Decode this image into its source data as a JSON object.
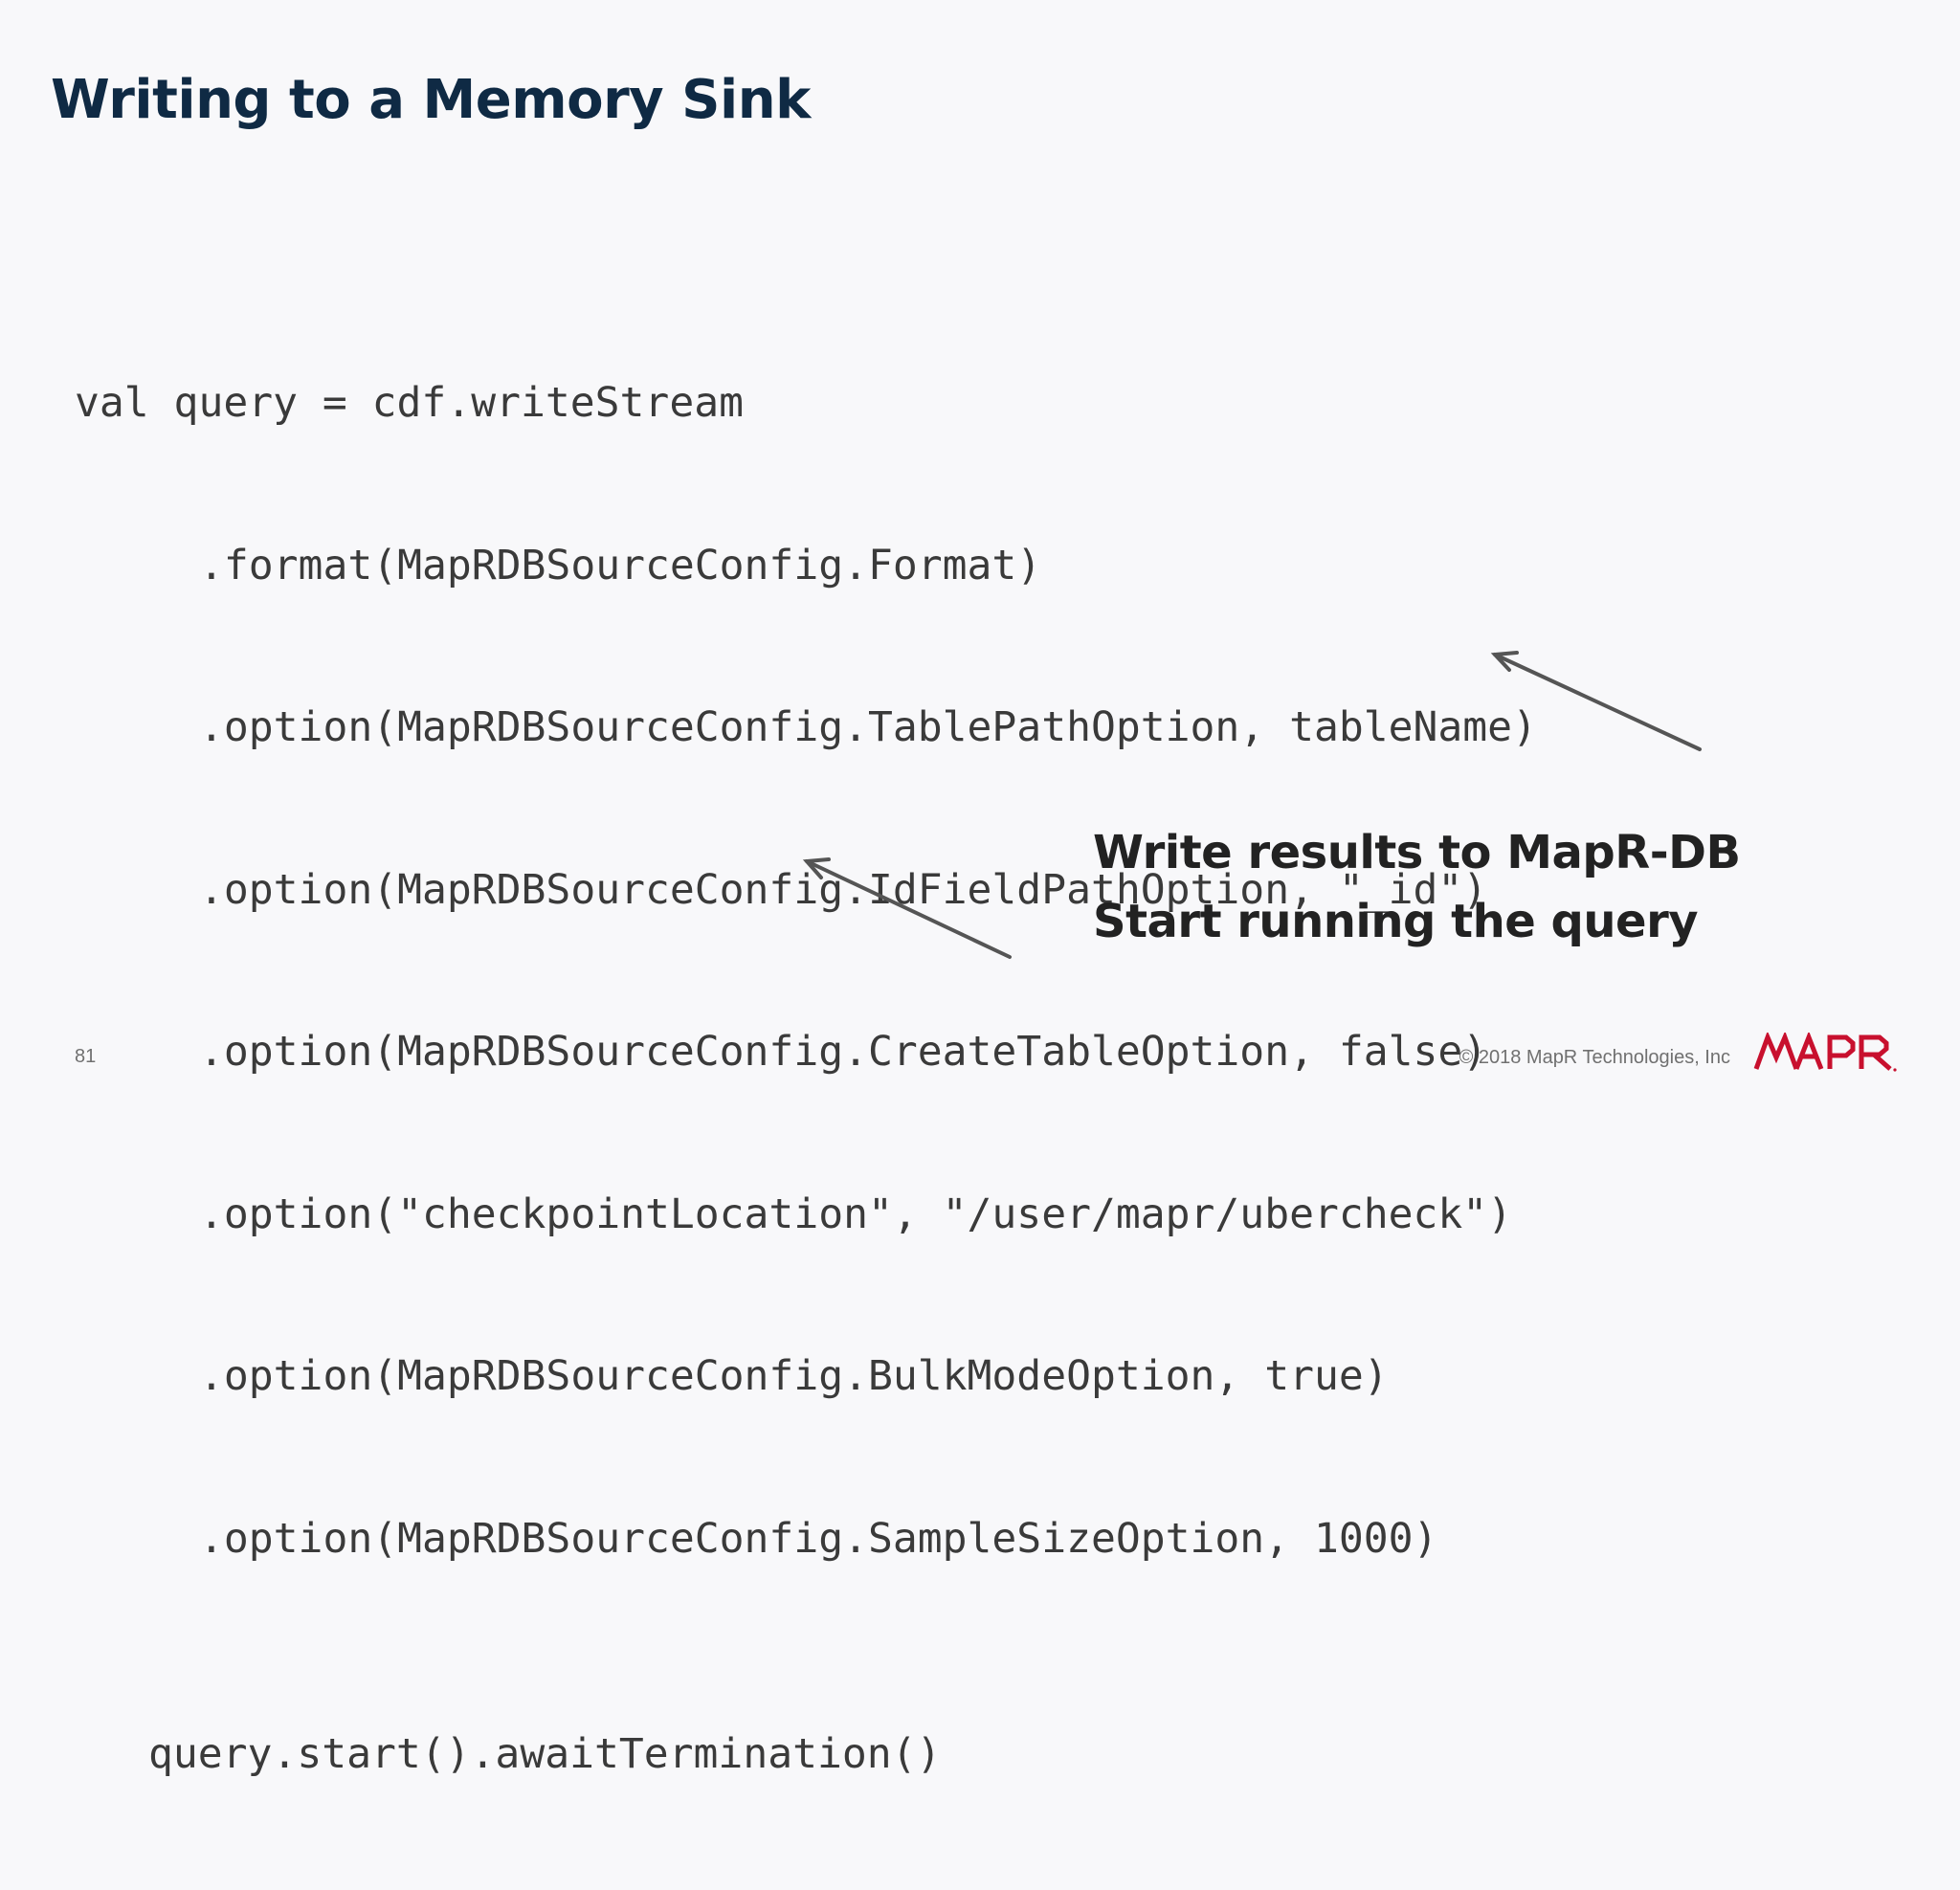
{
  "slide": {
    "title": "Writing to a Memory Sink",
    "code_lines": [
      "val query = cdf.writeStream",
      ".format(MapRDBSourceConfig.Format)",
      ".option(MapRDBSourceConfig.TablePathOption, tableName)",
      ".option(MapRDBSourceConfig.IdFieldPathOption, \"_id\")",
      ".option(MapRDBSourceConfig.CreateTableOption, false)",
      ".option(\"checkpointLocation\", \"/user/mapr/ubercheck\")",
      ".option(MapRDBSourceConfig.BulkModeOption, true)",
      ".option(MapRDBSourceConfig.SampleSizeOption, 1000)"
    ],
    "start_line": "query.start().awaitTermination()",
    "callout_lines": [
      "Write  results to MapR-DB",
      "Start running the query"
    ]
  },
  "footer": {
    "page_number": "81",
    "copyright": "© 2018 MapR Technologies, Inc",
    "logo_text": "MAPR",
    "logo_color": "#c8102e"
  },
  "colors": {
    "title": "#0f2a44",
    "code": "#3a3a3a",
    "callout": "#222222",
    "arrow": "#555555"
  }
}
